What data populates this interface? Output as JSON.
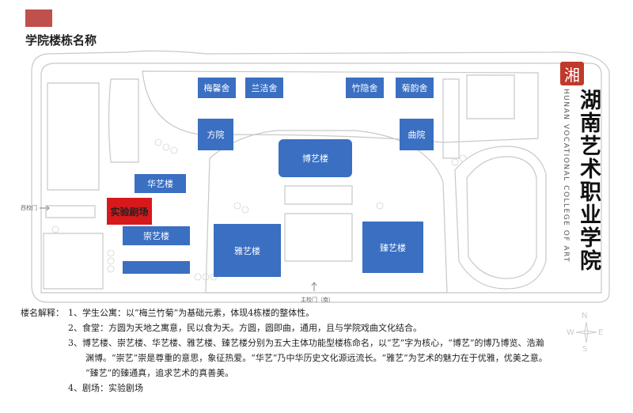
{
  "header": {
    "title": "学院楼栋名称",
    "swatch_color": "#c0504d"
  },
  "buildings": {
    "meixin": "梅馨舍",
    "lanjie": "兰洁舍",
    "zhuyin": "竹隐舍",
    "juyun": "菊韵舍",
    "fangyuan": "方院",
    "quyuan": "曲院",
    "boyi": "博艺楼",
    "huayi": "华艺楼",
    "theater": "实验剧场",
    "chongyi": "崇艺楼",
    "yayi": "雅艺楼",
    "zhenyi": "臻艺楼"
  },
  "gates": {
    "west": "西校门",
    "main": "主校门（南）"
  },
  "logo": {
    "seal": "湘",
    "name_cn": "湖南艺术职业学院",
    "name_en": "HUNAN VOCATIONAL COLLEGE OF ART"
  },
  "compass": {
    "n": "N",
    "w": "W",
    "e": "E",
    "s": "S"
  },
  "notes": {
    "lead": "楼名解释：",
    "items": [
      "1、学生公寓：以“梅兰竹菊”为基础元素，体现4栋楼的整体性。",
      "2、食堂：方圆为天地之寓意，民以食为天。方圆，圆即曲，通用，且与学院戏曲文化结合。",
      "3、博艺楼、崇艺楼、华艺楼、雅艺楼、臻艺楼分别为五大主体功能型楼栋命名，以“艺”字为核心，“博艺”的博乃博览、浩瀚",
      "渊博。“崇艺”崇是尊重的意思，象征热爱。“华艺”乃中华历史文化源远流长。“雅艺”为艺术的魅力在于优雅，优美之意。",
      "“臻艺”的臻通真，追求艺术的真善美。",
      "4、剧场：实验剧场"
    ]
  },
  "colors": {
    "building": "#3a6fc2",
    "theater": "#d7191c",
    "road": "#c8c8c8"
  }
}
